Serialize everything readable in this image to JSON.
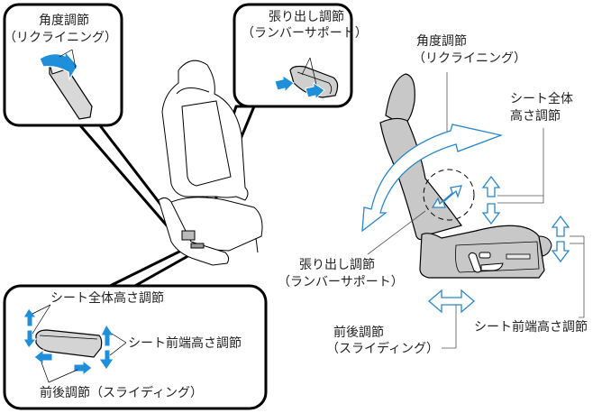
{
  "colors": {
    "arrow_fill": "#1e8fd8",
    "arrow_outline": "#2a86c8",
    "seat_gray": "#c8c8c8",
    "line": "#000000"
  },
  "callouts": {
    "recline": {
      "title": "角度調節",
      "subtitle": "（リクライニング）"
    },
    "lumbar": {
      "title": "張り出し調節",
      "subtitle": "（ランバーサポート）"
    },
    "switch": {
      "height": "シート全体高さ調節",
      "front_height": "シート前端高さ調節",
      "slide": "前後調節（スライディング）"
    }
  },
  "side_view": {
    "recline": {
      "title": "角度調節",
      "subtitle": "（リクライニング）"
    },
    "height": {
      "line1": "シート全体",
      "line2": "高さ調節"
    },
    "lumbar": {
      "title": "張り出し調節",
      "subtitle": "（ランバーサポート）"
    },
    "slide": {
      "title": "前後調節",
      "subtitle": "（スライディング）"
    },
    "front_height": "シート前端高さ調節"
  }
}
